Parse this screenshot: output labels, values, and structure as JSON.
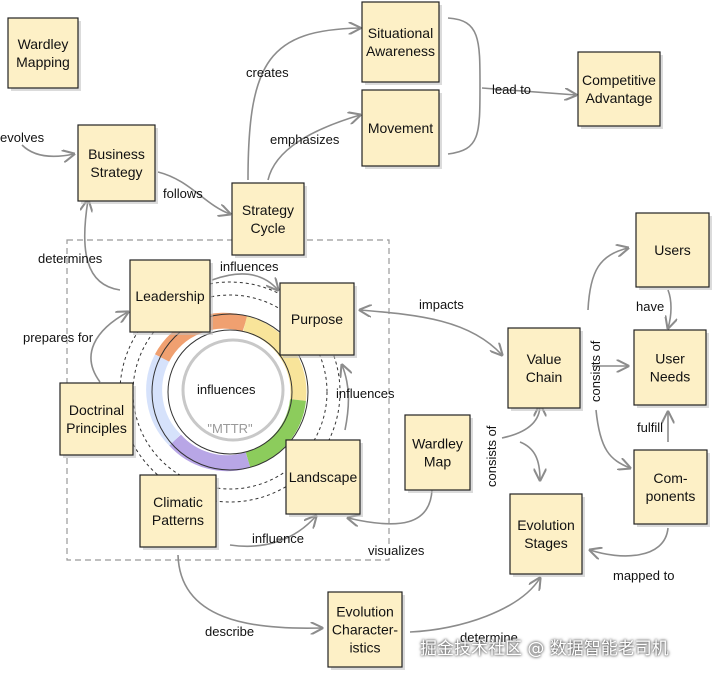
{
  "notes": [
    {
      "id": "wardley-mapping",
      "lines": [
        "Wardley",
        "Mapping"
      ]
    },
    {
      "id": "business-strategy",
      "lines": [
        "Business",
        "Strategy"
      ]
    },
    {
      "id": "situational-awareness",
      "lines": [
        "Situational",
        "Awareness"
      ]
    },
    {
      "id": "movement",
      "lines": [
        "Movement"
      ]
    },
    {
      "id": "competitive-advantage",
      "lines": [
        "Competitive",
        "Advantage"
      ]
    },
    {
      "id": "strategy-cycle",
      "lines": [
        "Strategy",
        "Cycle"
      ]
    },
    {
      "id": "leadership",
      "lines": [
        "Leadership"
      ]
    },
    {
      "id": "purpose",
      "lines": [
        "Purpose"
      ]
    },
    {
      "id": "doctrinal-principles",
      "lines": [
        "Doctrinal",
        "Principles"
      ]
    },
    {
      "id": "climatic-patterns",
      "lines": [
        "Climatic",
        "Patterns"
      ]
    },
    {
      "id": "landscape",
      "lines": [
        "Landscape"
      ]
    },
    {
      "id": "wardley-map",
      "lines": [
        "Wardley",
        "Map"
      ]
    },
    {
      "id": "value-chain",
      "lines": [
        "Value",
        "Chain"
      ]
    },
    {
      "id": "evolution-stages",
      "lines": [
        "Evolution",
        "Stages"
      ]
    },
    {
      "id": "users",
      "lines": [
        "Users"
      ]
    },
    {
      "id": "user-needs",
      "lines": [
        "User",
        "Needs"
      ]
    },
    {
      "id": "components",
      "lines": [
        "Com-",
        "ponents"
      ]
    },
    {
      "id": "evolution-characteristics",
      "lines": [
        "Evolution",
        "Character-",
        "istics"
      ]
    }
  ],
  "edge_labels": {
    "evolves": "evolves",
    "follows": "follows",
    "creates": "creates",
    "emphasizes": "emphasizes",
    "lead_to": "lead to",
    "determines": "determines",
    "prepares_for": "prepares for",
    "influences_top": "influences",
    "influences_center": "influences",
    "influences_right": "influences",
    "influence_bottom": "influence",
    "impacts": "impacts",
    "visualizes": "visualizes",
    "consists_of_left": "consists of",
    "consists_of_right": "consists of",
    "have": "have",
    "fulfill": "fulfill",
    "mapped_to": "mapped to",
    "describe": "describe",
    "determine": "determine"
  },
  "cycle_center_label": "\"MTTR\"",
  "watermark": "掘金技术社区 @ 数据智能老司机",
  "colors": {
    "note_fill": "#fdf0c6",
    "cycle_orange": "#f0a070",
    "cycle_yellow": "#f8e49a",
    "cycle_green": "#8ccc5c",
    "cycle_purple": "#b8a6e6",
    "cycle_blue": "#d6e2fb"
  }
}
